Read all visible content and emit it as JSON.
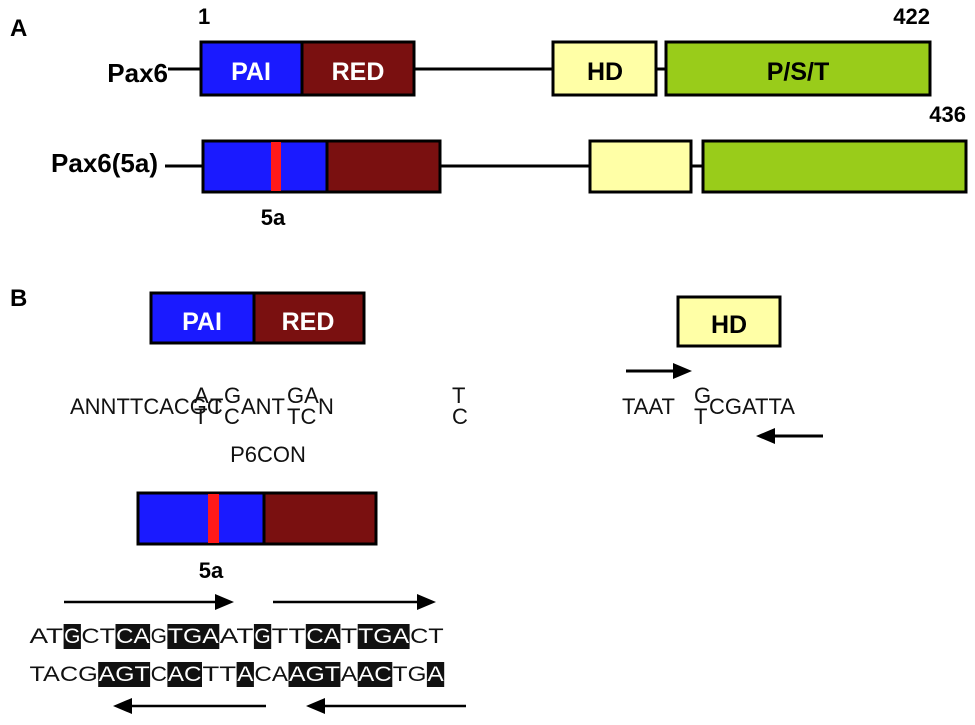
{
  "panel_a": {
    "label": "A",
    "protein1": {
      "name": "Pax6",
      "start": "1",
      "end": "422",
      "domains": {
        "pai": "PAI",
        "red": "RED",
        "hd": "HD",
        "pst": "P/S/T"
      }
    },
    "protein2": {
      "name": "Pax6(5a)",
      "end": "436",
      "insert_label": "5a"
    }
  },
  "panel_b": {
    "label": "B",
    "paired_box": {
      "pai": "PAI",
      "red": "RED"
    },
    "hd_box": "HD",
    "p6con": {
      "caption": "P6CON",
      "seq_main": "ANNTTCACGC",
      "alt1_top": "A",
      "alt1_bot": "T",
      "seq_t": "T",
      "alt2_top": "G",
      "alt2_bot": "C",
      "seq_ant": "ANT",
      "alt3_top": "GA",
      "alt3_bot": "TC",
      "seq_n": "N",
      "alt4_top": "T",
      "alt4_bot": "C"
    },
    "hd_seq": {
      "left": "TAAT",
      "alt_top": "G",
      "alt_bot": "T",
      "right": "CGATTA"
    },
    "five_a_label": "5a",
    "sequence_top": [
      {
        "t": "AT",
        "h": false
      },
      {
        "t": "G",
        "h": true
      },
      {
        "t": "CT",
        "h": false
      },
      {
        "t": "CA",
        "h": true
      },
      {
        "t": "G",
        "h": false
      },
      {
        "t": "TGA",
        "h": true
      },
      {
        "t": "AT",
        "h": false
      },
      {
        "t": "G",
        "h": true
      },
      {
        "t": "TT",
        "h": false
      },
      {
        "t": "CA",
        "h": true
      },
      {
        "t": "T",
        "h": false
      },
      {
        "t": "TGA",
        "h": true
      },
      {
        "t": "CT",
        "h": false
      }
    ],
    "sequence_bottom": [
      {
        "t": "TACG",
        "h": false
      },
      {
        "t": "AGT",
        "h": true
      },
      {
        "t": "C",
        "h": false
      },
      {
        "t": "AC",
        "h": true
      },
      {
        "t": "TT",
        "h": false
      },
      {
        "t": "A",
        "h": true
      },
      {
        "t": "CA",
        "h": false
      },
      {
        "t": "AGT",
        "h": true
      },
      {
        "t": "A",
        "h": false
      },
      {
        "t": "AC",
        "h": true
      },
      {
        "t": "TG",
        "h": false
      },
      {
        "t": "A",
        "h": true
      }
    ]
  },
  "colors": {
    "pai": "#1a1aff",
    "red_domain": "#7a1010",
    "hd": "#ffffa6",
    "pst": "#99cc1a",
    "insert": "#ff1a1a",
    "highlight": "#111111"
  }
}
